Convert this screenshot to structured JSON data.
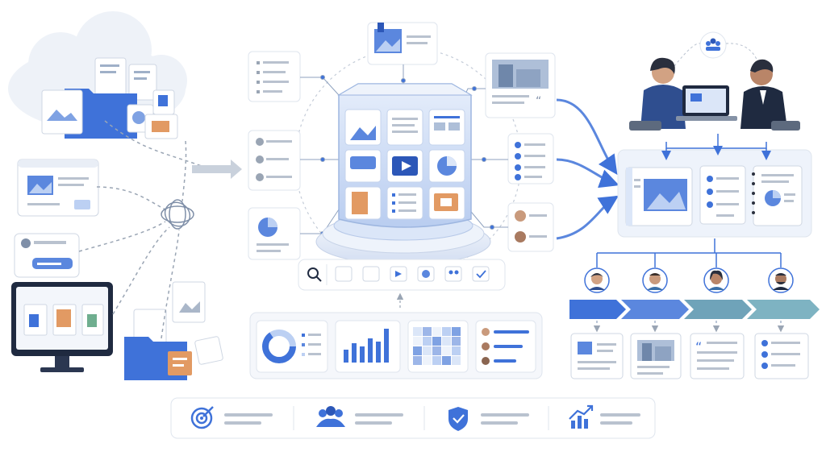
{
  "colors": {
    "primary": "#3f72d9",
    "primary_dark": "#2c57b8",
    "light_blue": "#dbe6f8",
    "panel_border": "#dfe5ee",
    "line_gray": "#b9c2cf",
    "orange": "#e29a63",
    "teal": "#7eb3c2",
    "cube_glass": "#cfdcf3"
  },
  "icons": {
    "hub": "data-cube-icon",
    "search": "search-icon",
    "filters": [
      "image-icon",
      "document-icon",
      "video-icon",
      "pie-chart-icon",
      "people-icon",
      "checkbox-icon"
    ],
    "footer": [
      "target-icon",
      "team-icon",
      "shield-check-icon",
      "growth-chart-icon"
    ]
  },
  "sources": [
    "cloud-storage",
    "web-page",
    "chat-messages",
    "desktop-monitor",
    "file-folder"
  ],
  "stages": 4
}
